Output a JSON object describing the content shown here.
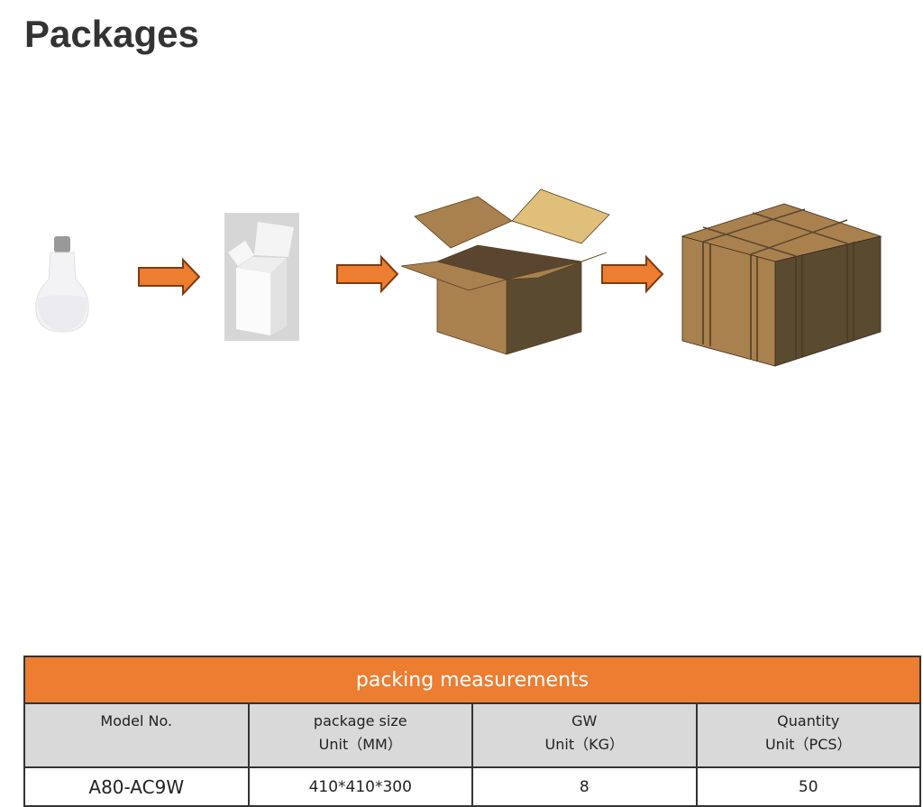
{
  "title": "Packages",
  "colors": {
    "accent": "#ED7D31",
    "header_bg": "#D9D9D9"
  },
  "illustration": [
    "light-bulb",
    "white-box",
    "open-carton",
    "sealed-carton"
  ],
  "table": {
    "caption": "packing measurements",
    "headers": [
      {
        "line1": "Model No.",
        "line2": ""
      },
      {
        "line1": "package size",
        "line2": "Unit（MM）"
      },
      {
        "line1": "GW",
        "line2": "Unit（KG）"
      },
      {
        "line1": "Quantity",
        "line2": "Unit（PCS）"
      }
    ],
    "rows": [
      [
        "A80-AC9W",
        "410*410*300",
        "8",
        "50"
      ]
    ]
  }
}
